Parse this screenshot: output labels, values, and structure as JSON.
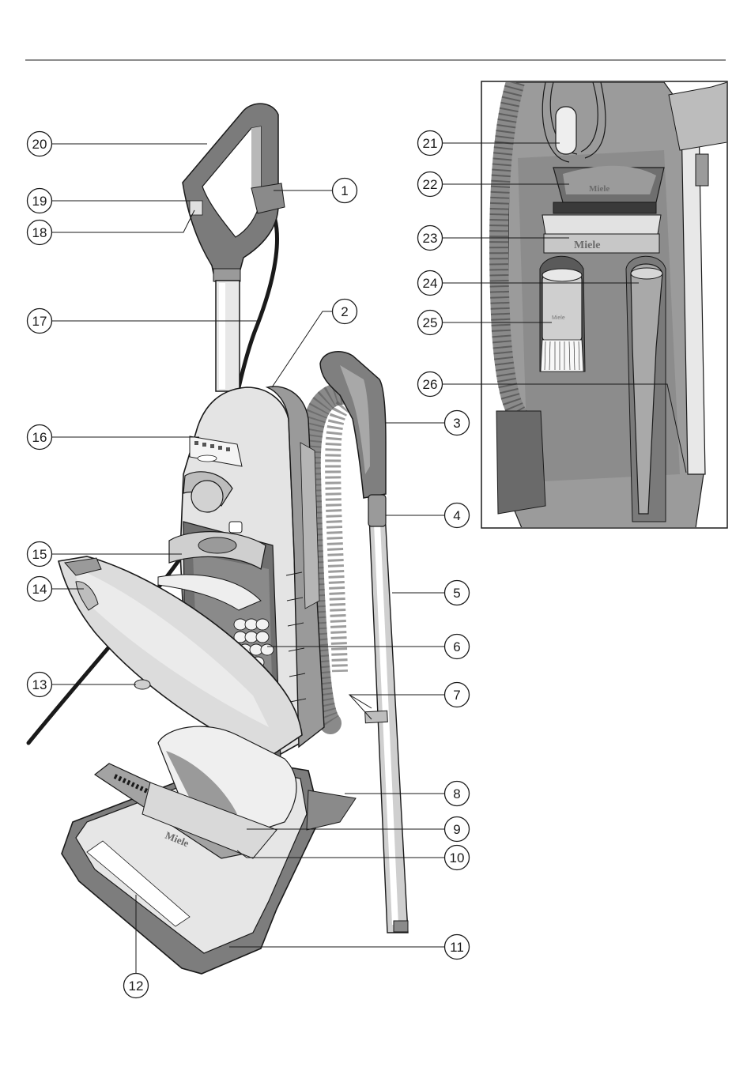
{
  "diagram": {
    "brand_text": "Miele",
    "colors": {
      "line": "#1a1a1a",
      "body_light": "#e6e6e6",
      "body_mid": "#bdbdbd",
      "body_dark": "#8a8a8a",
      "handle": "#7b7b7b",
      "inset_bg": "#9a9a9a"
    },
    "callouts": [
      {
        "number": "1"
      },
      {
        "number": "2"
      },
      {
        "number": "3"
      },
      {
        "number": "4"
      },
      {
        "number": "5"
      },
      {
        "number": "6"
      },
      {
        "number": "7"
      },
      {
        "number": "8"
      },
      {
        "number": "9"
      },
      {
        "number": "10"
      },
      {
        "number": "11"
      },
      {
        "number": "12"
      },
      {
        "number": "13"
      },
      {
        "number": "14"
      },
      {
        "number": "15"
      },
      {
        "number": "16"
      },
      {
        "number": "17"
      },
      {
        "number": "18"
      },
      {
        "number": "19"
      },
      {
        "number": "20"
      },
      {
        "number": "21"
      },
      {
        "number": "22"
      },
      {
        "number": "23"
      },
      {
        "number": "24"
      },
      {
        "number": "25"
      },
      {
        "number": "26"
      }
    ]
  }
}
